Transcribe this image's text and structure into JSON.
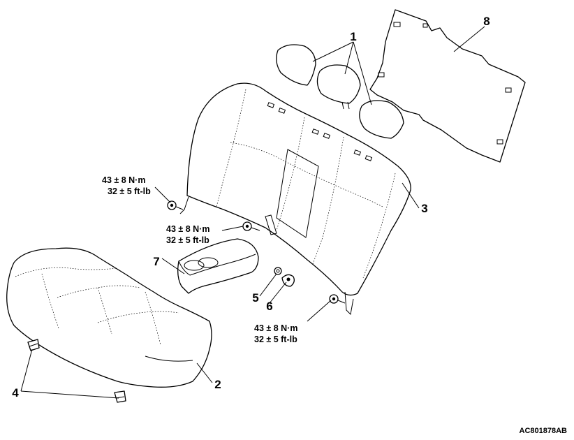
{
  "diagram": {
    "figure_id": "AC801878AB",
    "callouts": {
      "headrests": "1",
      "seat_cushion": "2",
      "seatback": "3",
      "clip": "4",
      "part5": "5",
      "part6": "6",
      "armrest": "7",
      "panel": "8"
    },
    "torque_specs": [
      {
        "metric": "43 ± 8 N·m",
        "imperial": "32 ± 5 ft-lb"
      },
      {
        "metric": "43 ± 8 N·m",
        "imperial": "32 ± 5 ft-lb"
      },
      {
        "metric": "43 ± 8 N·m",
        "imperial": "32 ± 5 ft-lb"
      }
    ]
  }
}
